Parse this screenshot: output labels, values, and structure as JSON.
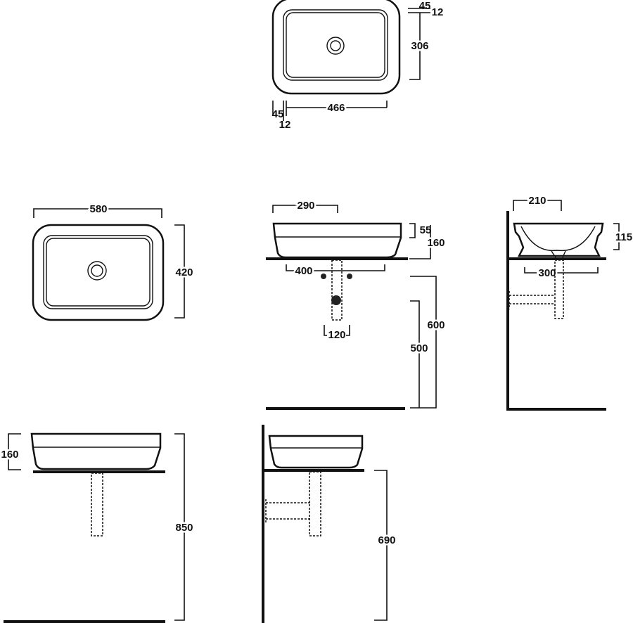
{
  "top_plan": {
    "width_inner": "466",
    "depth_inner": "306",
    "rim_a": "45",
    "rim_b": "12",
    "rim_c": "45",
    "rim_d": "12"
  },
  "plan": {
    "width": "580",
    "depth": "420"
  },
  "front": {
    "half_width": "290",
    "rim_height": "55",
    "height": "160",
    "fixing": "400",
    "spacing": "120",
    "outlet_height": "600",
    "waste_height": "500"
  },
  "side": {
    "half_depth": "210",
    "bowl_height": "115",
    "fixing": "300"
  },
  "installed_front": {
    "height": "160",
    "total_height": "850"
  },
  "installed_side": {
    "counter_height": "690"
  }
}
